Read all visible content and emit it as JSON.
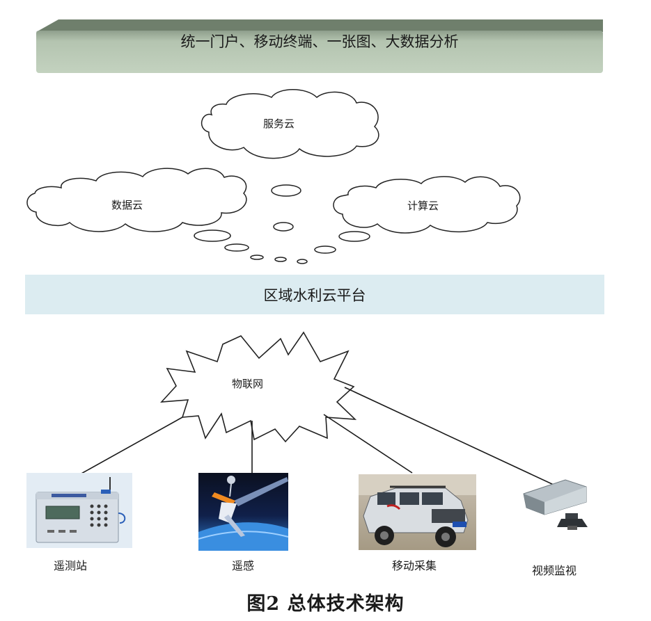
{
  "top_bar": {
    "text": "统一门户、移动终端、一张图、大数据分析"
  },
  "clouds": {
    "service": "服务云",
    "data": "数据云",
    "compute": "计算云"
  },
  "platform": {
    "text": "区域水利云平台"
  },
  "iot": {
    "text": "物联网"
  },
  "devices": {
    "telemetry": "遥测站",
    "remote_sensing": "遥感",
    "mobile": "移动采集",
    "video": "视频监视"
  },
  "caption": "图2   总体技术架构",
  "colors": {
    "top_bar": "#b9c9b5",
    "platform_bar": "#dcecf1",
    "line": "#1a1a1a"
  }
}
